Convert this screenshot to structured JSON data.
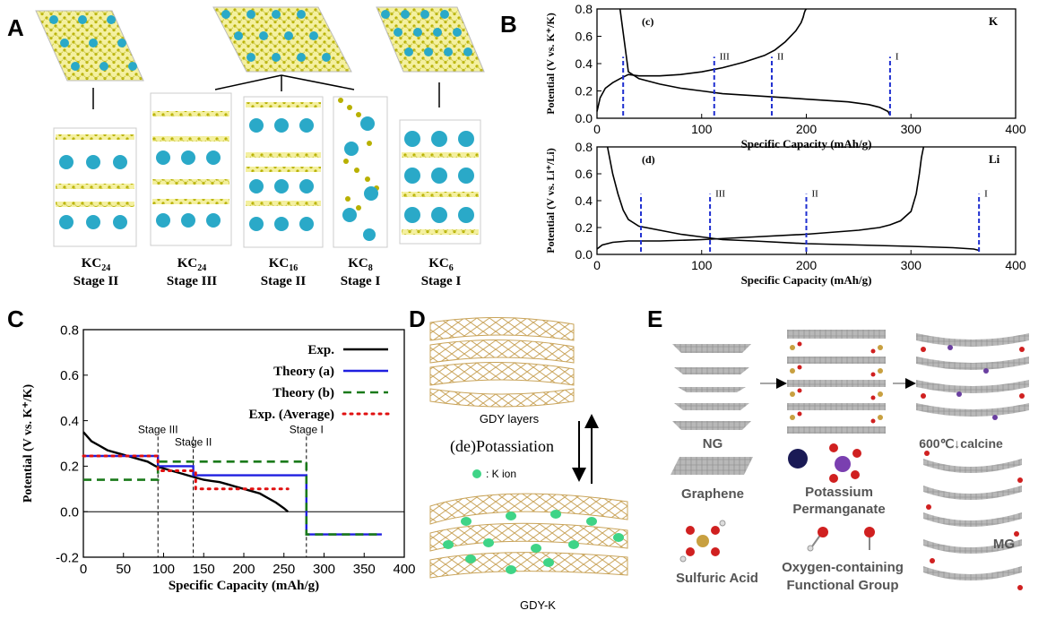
{
  "panels": {
    "A": {
      "letter": "A",
      "structures": [
        {
          "formula": "KC",
          "sub": "24",
          "stage": "Stage II"
        },
        {
          "formula": "KC",
          "sub": "24",
          "stage": "Stage III"
        },
        {
          "formula": "KC",
          "sub": "16",
          "stage": "Stage II"
        },
        {
          "formula": "KC",
          "sub": "8",
          "stage": "Stage I"
        },
        {
          "formula": "KC",
          "sub": "6",
          "stage": "Stage I"
        }
      ]
    },
    "B": {
      "letter": "B"
    },
    "C": {
      "letter": "C"
    },
    "D": {
      "letter": "D",
      "top_label": "GDY layers",
      "process_label": "(de)Potassiation",
      "legend_label": ": K ion",
      "bottom_label": "GDY-K"
    },
    "E": {
      "letter": "E",
      "labels": {
        "ng": "NG",
        "graphene": "Graphene",
        "permanganate_1": "Potassium",
        "permanganate_2": "Permanganate",
        "calcine": "600℃↓calcine",
        "mg": "MG",
        "sulfuric": "Sulfuric Acid",
        "oxygen_1": "Oxygen-containing",
        "oxygen_2": "Functional Group"
      }
    }
  },
  "chart_data": [
    {
      "id": "B-c",
      "type": "line",
      "panel_label": "(c)",
      "element_label": "K",
      "ylabel": "Potential (V vs. K⁺/K)",
      "xlabel": "Specific Capacity (mAh/g)",
      "xlim": [
        0,
        400
      ],
      "ylim": [
        0,
        0.8
      ],
      "xticks": [
        0,
        100,
        200,
        300,
        400
      ],
      "yticks": [
        0.0,
        0.2,
        0.4,
        0.6,
        0.8
      ],
      "series": [
        {
          "role": "discharge",
          "x": [
            22,
            30,
            40,
            60,
            80,
            100,
            120,
            140,
            160,
            180,
            200,
            220,
            240,
            260,
            270,
            278,
            280
          ],
          "y": [
            0.8,
            0.34,
            0.29,
            0.25,
            0.22,
            0.2,
            0.18,
            0.17,
            0.16,
            0.15,
            0.14,
            0.13,
            0.12,
            0.1,
            0.08,
            0.05,
            0.02
          ]
        },
        {
          "role": "charge",
          "x": [
            0,
            3,
            8,
            15,
            22,
            30,
            40,
            60,
            80,
            100,
            120,
            140,
            160,
            170,
            180,
            190,
            195,
            197,
            198,
            199,
            200
          ],
          "y": [
            0.05,
            0.15,
            0.22,
            0.26,
            0.29,
            0.32,
            0.31,
            0.31,
            0.32,
            0.34,
            0.37,
            0.41,
            0.46,
            0.5,
            0.56,
            0.64,
            0.7,
            0.74,
            0.77,
            0.79,
            0.8
          ]
        }
      ],
      "stage_lines": [
        {
          "x": 25,
          "label": ""
        },
        {
          "x": 112,
          "label": "III"
        },
        {
          "x": 167,
          "label": "II"
        },
        {
          "x": 280,
          "label": "I"
        }
      ]
    },
    {
      "id": "B-d",
      "type": "line",
      "panel_label": "(d)",
      "element_label": "Li",
      "ylabel": "Potential (V vs. Li⁺/Li)",
      "xlabel": "Specific Capacity (mAh/g)",
      "xlim": [
        0,
        400
      ],
      "ylim": [
        0,
        0.8
      ],
      "xticks": [
        0,
        100,
        200,
        300,
        400
      ],
      "yticks": [
        0.0,
        0.2,
        0.4,
        0.6,
        0.8
      ],
      "series": [
        {
          "role": "discharge",
          "x": [
            10,
            15,
            20,
            25,
            30,
            40,
            60,
            80,
            100,
            120,
            150,
            200,
            250,
            300,
            340,
            360,
            365
          ],
          "y": [
            0.8,
            0.6,
            0.45,
            0.33,
            0.26,
            0.21,
            0.18,
            0.15,
            0.13,
            0.11,
            0.1,
            0.08,
            0.07,
            0.06,
            0.05,
            0.04,
            0.03
          ]
        },
        {
          "role": "charge",
          "x": [
            0,
            5,
            15,
            30,
            60,
            100,
            150,
            200,
            250,
            270,
            280,
            290,
            300,
            305,
            308,
            310,
            312
          ],
          "y": [
            0.04,
            0.07,
            0.09,
            0.1,
            0.1,
            0.11,
            0.13,
            0.15,
            0.18,
            0.2,
            0.22,
            0.25,
            0.32,
            0.45,
            0.6,
            0.72,
            0.8
          ]
        }
      ],
      "stage_lines": [
        {
          "x": 42,
          "label": ""
        },
        {
          "x": 108,
          "label": "III"
        },
        {
          "x": 200,
          "label": "II"
        },
        {
          "x": 365,
          "label": "I"
        }
      ]
    },
    {
      "id": "C",
      "type": "line",
      "xlabel": "Specific Capacity (mAh/g)",
      "ylabel": "Potential (V vs. K⁺/K)",
      "xlim": [
        0,
        400
      ],
      "ylim": [
        -0.2,
        0.8
      ],
      "xticks": [
        0,
        50,
        100,
        150,
        200,
        250,
        300,
        350,
        400
      ],
      "yticks": [
        -0.2,
        0.0,
        0.2,
        0.4,
        0.6,
        0.8
      ],
      "legend": [
        "Exp.",
        "Theory (a)",
        "Theory (b)",
        "Exp. (Average)"
      ],
      "series": [
        {
          "name": "Exp.",
          "color": "#000000",
          "style": "solid",
          "x": [
            0,
            5,
            10,
            20,
            30,
            40,
            50,
            60,
            70,
            80,
            90,
            100,
            110,
            120,
            130,
            140,
            150,
            160,
            170,
            180,
            190,
            200,
            210,
            220,
            230,
            240,
            250,
            255
          ],
          "y": [
            0.35,
            0.33,
            0.31,
            0.29,
            0.27,
            0.26,
            0.25,
            0.24,
            0.23,
            0.22,
            0.2,
            0.19,
            0.18,
            0.17,
            0.16,
            0.15,
            0.14,
            0.135,
            0.13,
            0.12,
            0.11,
            0.1,
            0.09,
            0.08,
            0.06,
            0.04,
            0.015,
            0.0
          ]
        },
        {
          "name": "Theory (a)",
          "color": "#1f1fe0",
          "style": "solid",
          "steps": [
            [
              0,
              93,
              0.245
            ],
            [
              93,
              137,
              0.2
            ],
            [
              137,
              278,
              0.16
            ],
            [
              278,
              372,
              -0.1
            ]
          ]
        },
        {
          "name": "Theory (b)",
          "color": "#1a7a1a",
          "style": "dashed",
          "steps": [
            [
              0,
              93,
              0.14
            ],
            [
              93,
              278,
              0.22
            ],
            [
              278,
              372,
              -0.1
            ]
          ]
        },
        {
          "name": "Exp. (Average)",
          "color": "#e01010",
          "style": "dotted",
          "steps": [
            [
              0,
              93,
              0.245
            ],
            [
              93,
              140,
              0.18
            ],
            [
              140,
              255,
              0.1
            ]
          ]
        }
      ],
      "stage_lines": [
        {
          "x": 93,
          "label": "Stage III"
        },
        {
          "x": 137,
          "label": "Stage II"
        },
        {
          "x": 278,
          "label": "Stage I"
        }
      ]
    }
  ]
}
